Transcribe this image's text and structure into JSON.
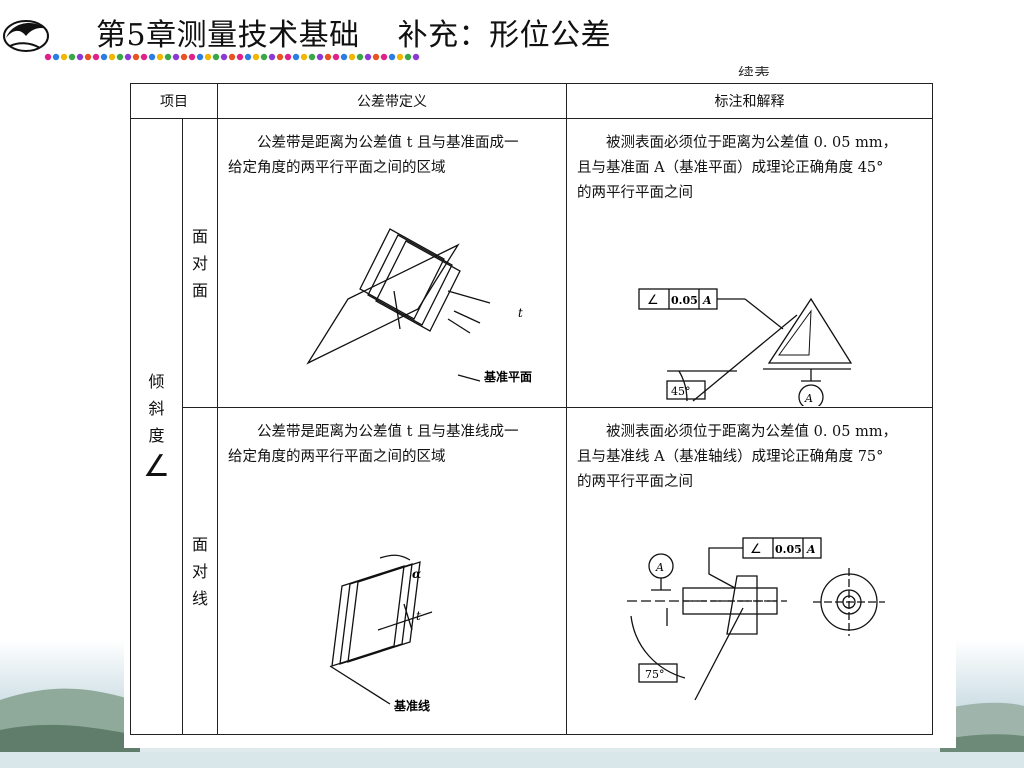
{
  "header": {
    "title": "第5章测量技术基础",
    "subtitle": "补充：形位公差",
    "continued": "续表"
  },
  "table": {
    "col_item": "项目",
    "col_definition": "公差带定义",
    "col_annotation": "标注和解释",
    "category_label": "倾斜度",
    "category_symbol": "∠",
    "rows": [
      {
        "sub_label": "面对面",
        "definition_lines": [
          "公差带是距离为公差值 t 且与基准面成一",
          "给定角度的两平行平面之间的区域"
        ],
        "annotation_lines": [
          "被测表面必须位于距离为公差值 0. 05 mm，",
          "且与基准面 A（基准平面）成理论正确角度 45°",
          "的两平行平面之间"
        ],
        "fig_left": {
          "t_label": "t",
          "datum_label": "基准平面"
        },
        "fig_right": {
          "symbol": "∠",
          "tolerance": "0.05",
          "datum": "A",
          "angle": "45°",
          "datum_circle": "A"
        }
      },
      {
        "sub_label": "面对线",
        "definition_lines": [
          "公差带是距离为公差值 t 且与基准线成一",
          "给定角度的两平行平面之间的区域"
        ],
        "annotation_lines": [
          "被测表面必须位于距离为公差值 0. 05 mm，",
          "且与基准线 A（基准轴线）成理论正确角度 75°",
          "的两平行平面之间"
        ],
        "fig_left": {
          "alpha_label": "α",
          "t_label": "t",
          "datum_label": "基准线"
        },
        "fig_right": {
          "symbol": "∠",
          "tolerance": "0.05",
          "datum": "A",
          "angle": "75°",
          "datum_circle": "A"
        }
      }
    ]
  }
}
